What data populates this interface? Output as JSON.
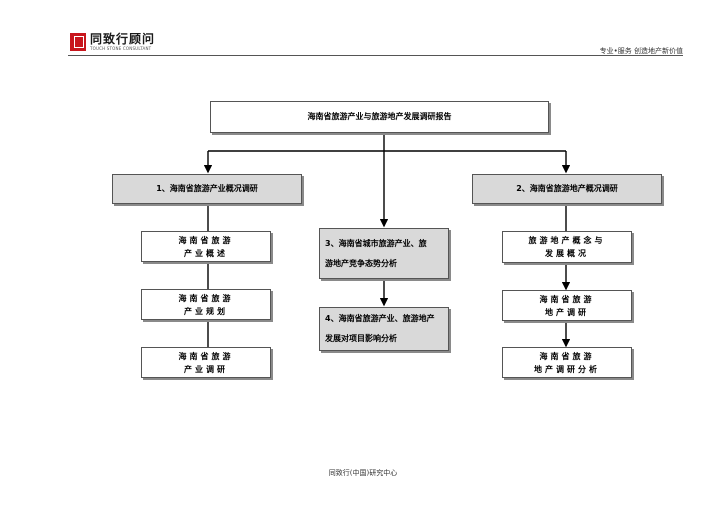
{
  "header": {
    "logo_cn": "同致行顾问",
    "logo_en": "TOUCH STONE CONSULTANT",
    "slogan": "专业•服务   创造地产新价值"
  },
  "diagram": {
    "root": "海南省旅游产业与旅游地产发展调研报告",
    "branch1": {
      "title": "1、海南省旅游产业概况调研",
      "items": [
        "海南省旅游\n产业概述",
        "海南省旅游\n产业规划",
        "海南省旅游\n产业调研"
      ]
    },
    "branch3": {
      "items": [
        "3、海南省城市旅游产业、旅\n游地产竞争态势分析",
        "4、海南省旅游产业、旅游地产\n发展对项目影响分析"
      ]
    },
    "branch2": {
      "title": "2、海南省旅游地产概况调研",
      "items": [
        "旅游地产概念与\n发展概况",
        "海南省旅游\n地产调研",
        "海南省旅游\n地产调研分析"
      ]
    }
  },
  "footer": {
    "text": "同致行(中国)研究中心"
  }
}
